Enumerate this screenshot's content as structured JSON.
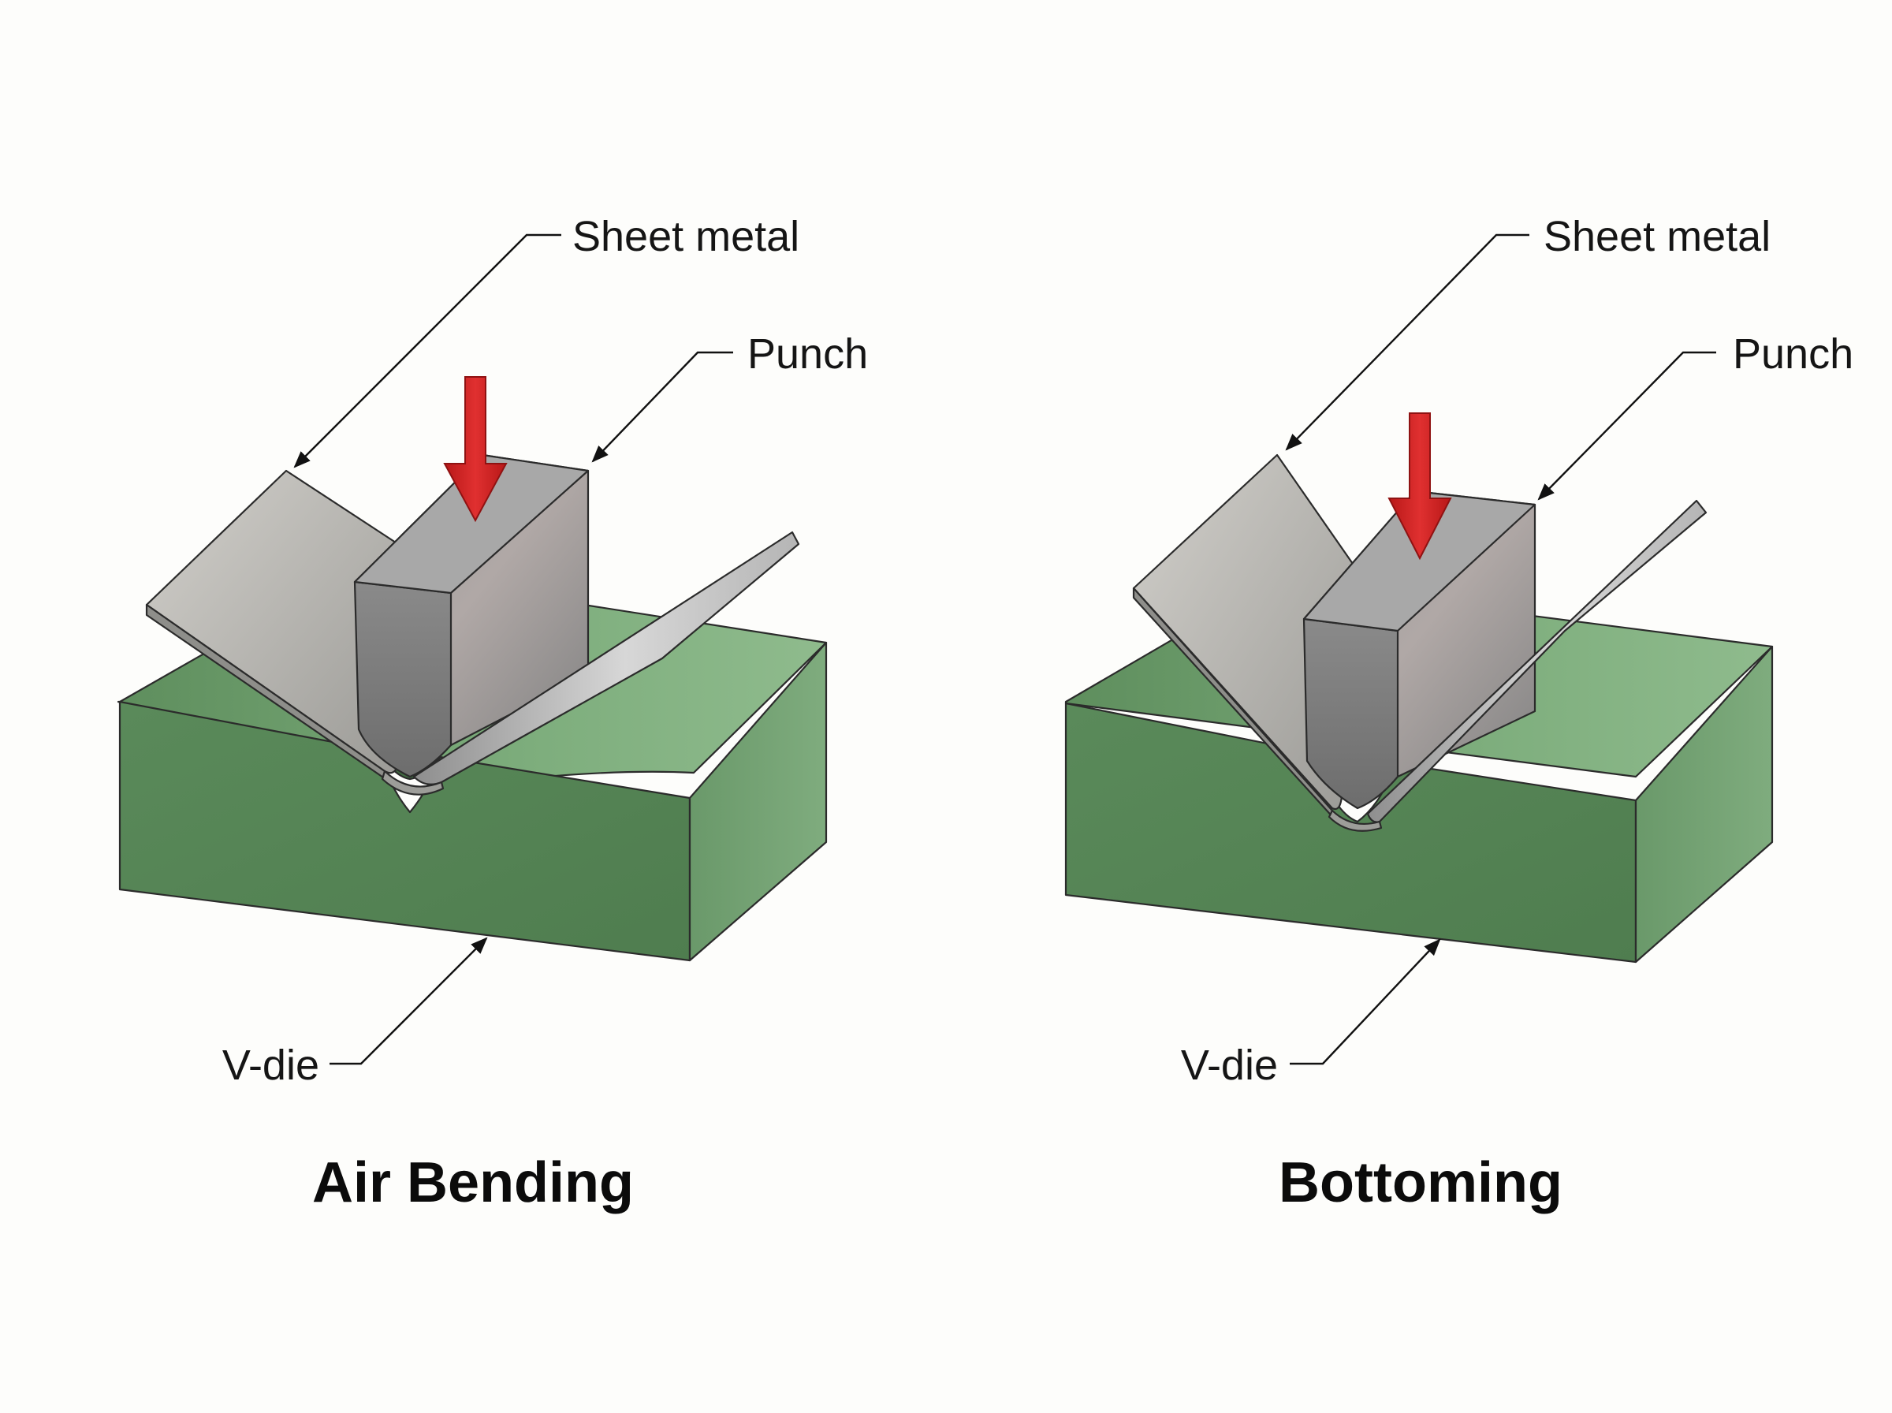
{
  "colors": {
    "background": "#fdfdfb",
    "die_front": "#5c8a5c",
    "die_top": "#77a476",
    "die_side": "#6d9a6c",
    "punch_front": "#7e7e7e",
    "punch_side": "#8e8e8e",
    "sheet": "#b9b9b4",
    "force_arrow": "#d21f1f"
  },
  "panels": [
    {
      "id": "air-bending",
      "caption": "Air Bending",
      "labels": {
        "sheet": "Sheet metal",
        "punch": "Punch",
        "die": "V-die"
      },
      "force_arrow_icon": "down-arrow-icon"
    },
    {
      "id": "bottoming",
      "caption": "Bottoming",
      "labels": {
        "sheet": "Sheet metal",
        "punch": "Punch",
        "die": "V-die"
      },
      "force_arrow_icon": "down-arrow-icon"
    }
  ]
}
